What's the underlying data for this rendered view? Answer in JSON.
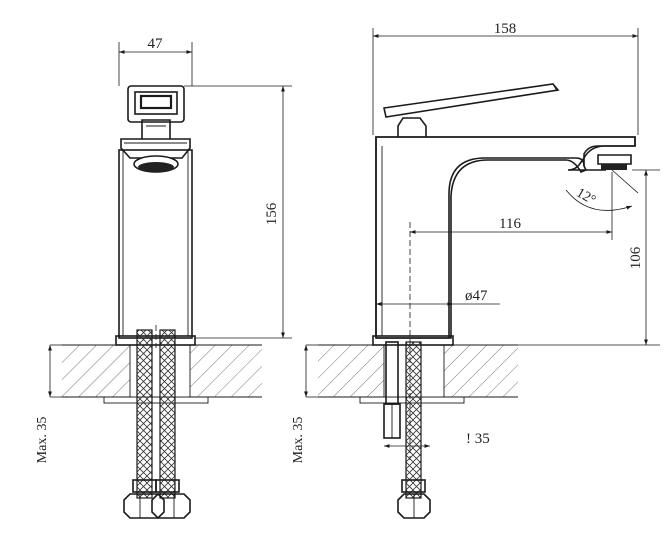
{
  "dimensions": {
    "front_width": "47",
    "front_height": "156",
    "side_length": "158",
    "spout_reach": "116",
    "spout_height": "106",
    "base_diameter": "ø47",
    "max_thickness": "Max. 35",
    "shank": "! 35",
    "spout_angle": "12°"
  }
}
